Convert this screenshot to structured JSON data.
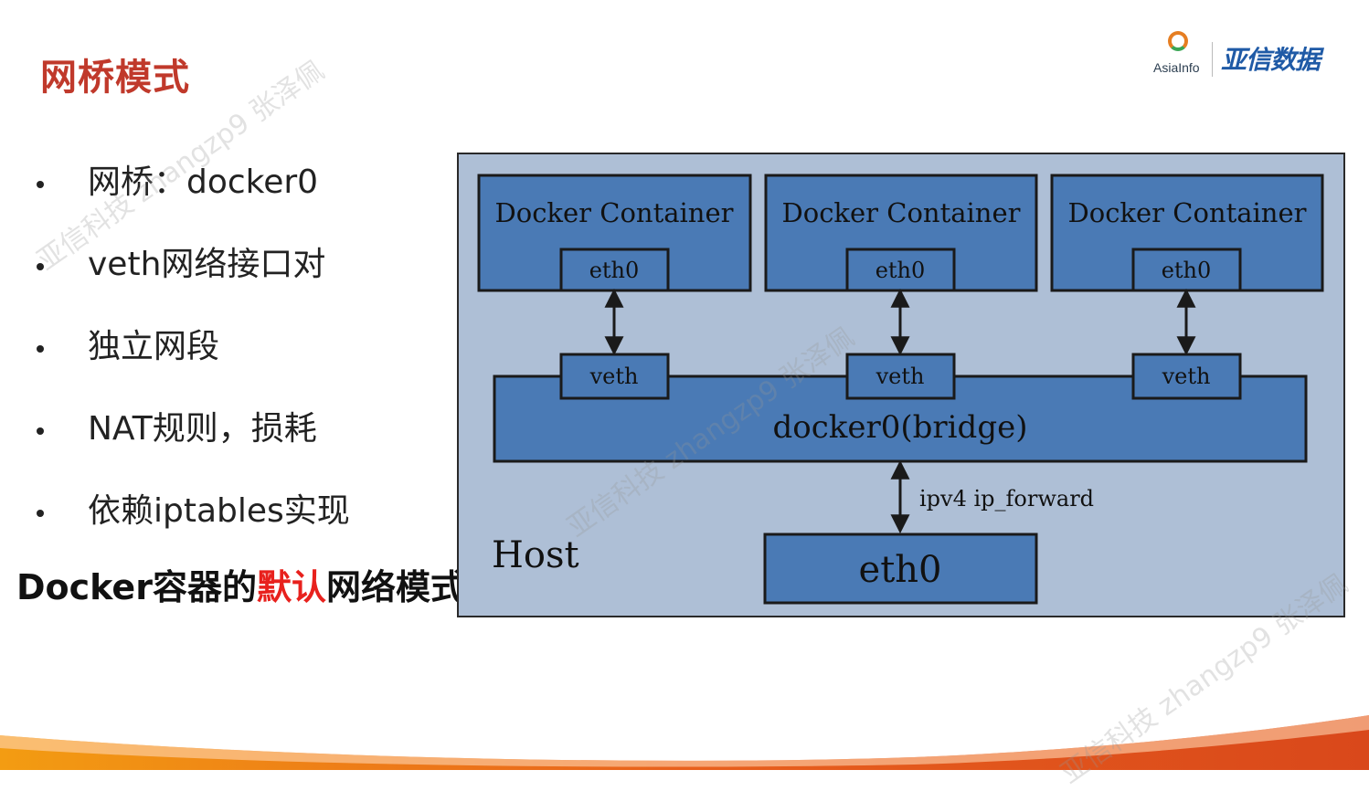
{
  "slide": {
    "title": "网桥模式",
    "logo": {
      "name_en": "AsiaInfo",
      "name_cn": "亚信数据"
    }
  },
  "bullets": [
    {
      "text": "网桥：docker0"
    },
    {
      "text": "veth网络接口对"
    },
    {
      "text": "独立网段"
    },
    {
      "text": "NAT规则，损耗"
    },
    {
      "text": "依赖iptables实现"
    }
  ],
  "summary": {
    "prefix": "Docker容器的",
    "highlight": "默认",
    "suffix": "网络模式"
  },
  "diagram": {
    "host_label": "Host",
    "containers": [
      {
        "label": "Docker Container",
        "iface": "eth0",
        "veth": "veth"
      },
      {
        "label": "Docker Container",
        "iface": "eth0",
        "veth": "veth"
      },
      {
        "label": "Docker Container",
        "iface": "eth0",
        "veth": "veth"
      }
    ],
    "bridge_label": "docker0(bridge)",
    "forward_label": "ipv4 ip_forward",
    "host_eth": "eth0",
    "colors": {
      "host_bg": "#aebfd6",
      "box_fill": "#4a7ab5",
      "border": "#1a1a1a"
    }
  },
  "watermarks": [
    "亚信科技 zhangzp9 张泽佩",
    "亚信科技 zhangzp9 张泽佩",
    "亚信科技 zhangzp9 张泽佩"
  ]
}
